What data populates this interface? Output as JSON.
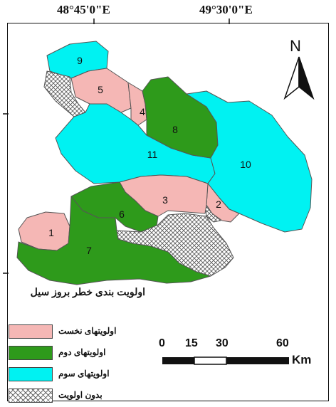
{
  "coordinates": {
    "top": [
      "48°45'0\"E",
      "49°30'0\"E"
    ]
  },
  "north_arrow": {
    "label": "N"
  },
  "zones": [
    {
      "id": "1",
      "priority": "first"
    },
    {
      "id": "2",
      "priority": "first"
    },
    {
      "id": "3",
      "priority": "first"
    },
    {
      "id": "4",
      "priority": "first"
    },
    {
      "id": "5",
      "priority": "first"
    },
    {
      "id": "6",
      "priority": "second"
    },
    {
      "id": "7",
      "priority": "second"
    },
    {
      "id": "8",
      "priority": "second"
    },
    {
      "id": "9",
      "priority": "third"
    },
    {
      "id": "10",
      "priority": "third"
    },
    {
      "id": "11",
      "priority": "third"
    }
  ],
  "legend": {
    "title": "اولویت بندی خطر بروز سیل",
    "items": [
      {
        "label": "اولویتهای نخست",
        "color": "#f5b7b5"
      },
      {
        "label": "اولویتهای دوم",
        "color": "#2e9a1b"
      },
      {
        "label": "اولویتهای سوم",
        "color": "#00f2f2"
      },
      {
        "label": "بدون اولویت",
        "color": "#d0d0d0"
      }
    ]
  },
  "scale_bar": {
    "ticks": [
      "0",
      "15",
      "30",
      "60"
    ],
    "unit": "Km"
  },
  "colors": {
    "first": "#f5b7b5",
    "second": "#2e9a1b",
    "third": "#00f2f2",
    "none": "#d0d0d0"
  }
}
